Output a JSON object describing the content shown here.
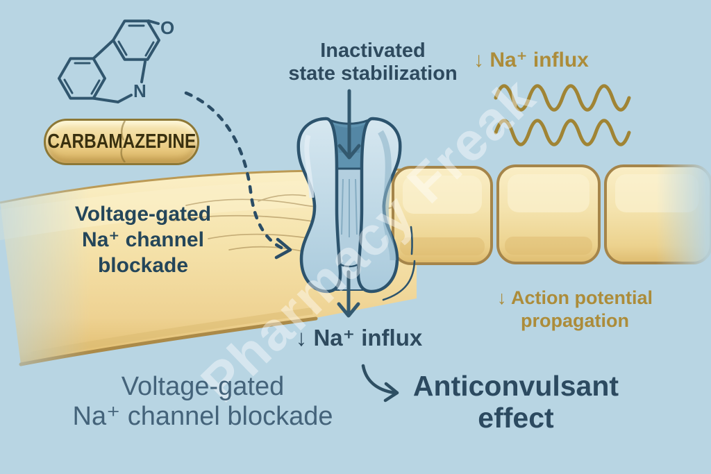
{
  "title": "Carbamazepine mechanism of action diagram",
  "drug": {
    "capsule_label": "CARBAMAZEPINE",
    "molecule_atoms": {
      "oxygen": "O",
      "nitrogen": "N"
    }
  },
  "labels": {
    "inactivated": {
      "line1": "Inactivated",
      "line2": "state stabilization"
    },
    "na_influx_top": "↓ Na⁺ influx",
    "axon_mechanism": {
      "line1": "Voltage-gated",
      "line2": "Na⁺ channel",
      "line3": "blockade"
    },
    "na_influx_bottom": "↓ Na⁺ influx",
    "action_potential": {
      "line1": "↓ Action potential",
      "line2": "propagation"
    },
    "mechanism_summary": {
      "line1": "Voltage-gated",
      "line2": "Na⁺ channel blockade"
    },
    "outcome": {
      "line1": "Anticonvulsant",
      "line2": "effect"
    }
  },
  "watermark": "Pharmacy Freak",
  "colors": {
    "background": "#b8d5e3",
    "axon_fill": "#f2dfa8",
    "axon_highlight": "#fbf0cb",
    "axon_outline": "#ab8a48",
    "channel_fill": "#c3d9e6",
    "channel_outline": "#2c536d",
    "channel_funnel": "#5f93b0",
    "gold_accent": "#ac8c3a",
    "dark_text": "#2e4a5e",
    "soft_text": "#44637a",
    "watermark_white": "rgba(255,255,255,0.42)"
  }
}
